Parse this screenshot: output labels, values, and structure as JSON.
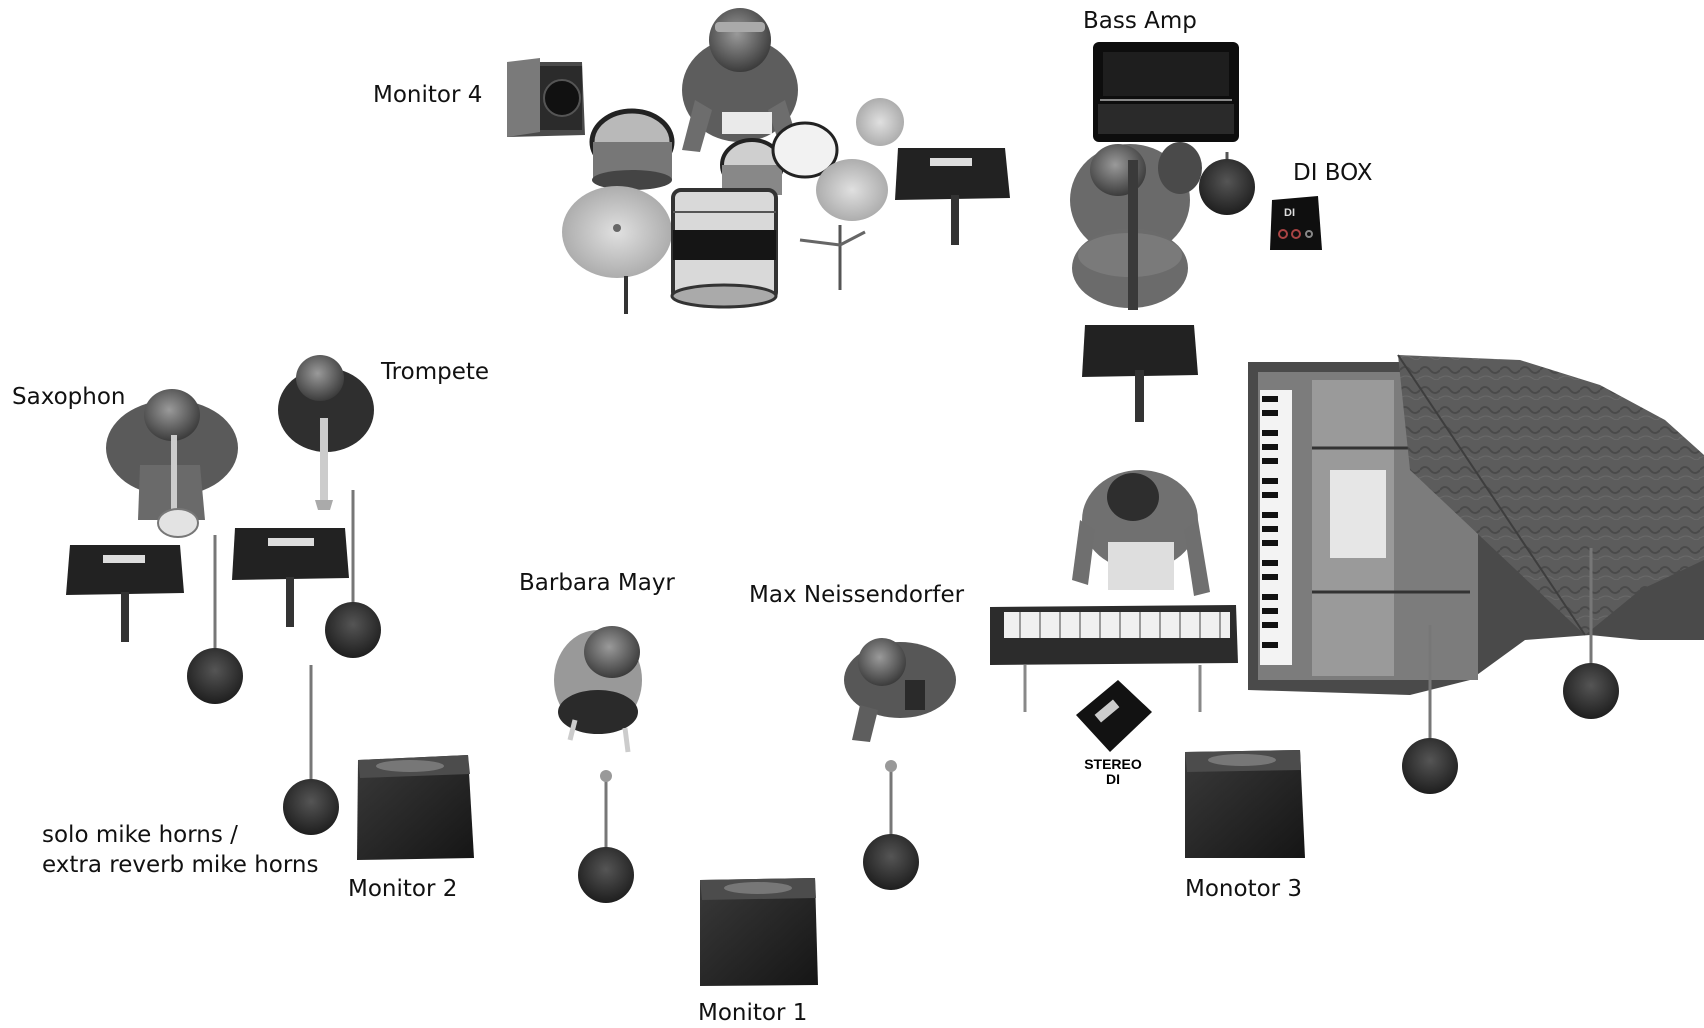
{
  "labels": {
    "monitor4": "Monitor 4",
    "bass_amp": "Bass Amp",
    "di_box": "DI BOX",
    "saxophon": "Saxophon",
    "trompete": "Trompete",
    "barbara": "Barbara Mayr",
    "max": "Max Neissendorfer",
    "solo_line1": "solo mike horns /",
    "solo_line2": "extra reverb mike horns",
    "monitor2": "Monitor 2",
    "monitor1": "Monitor 1",
    "monitor3": "Monotor 3",
    "stereo_line1": "STEREO",
    "stereo_line2": "DI",
    "di_badge": "DI"
  },
  "colors": {
    "dark": "#1f1f1f",
    "mid": "#5a5a5a",
    "light": "#bdbdbd",
    "cymbal": "#c8c8c8"
  }
}
